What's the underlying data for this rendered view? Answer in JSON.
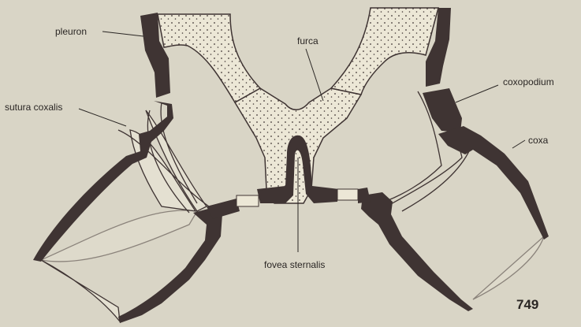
{
  "labels": {
    "pleuron": "pleuron",
    "furca": "furca",
    "coxopodium": "coxopodium",
    "sutura_coxalis": "sutura coxalis",
    "coxa": "coxa",
    "fovea_sternalis": "fovea sternalis"
  },
  "figure_number": "749",
  "colors": {
    "background": "#d9d5c6",
    "sclerite": "#3f3433",
    "stippled_area": "#ece7d6"
  }
}
